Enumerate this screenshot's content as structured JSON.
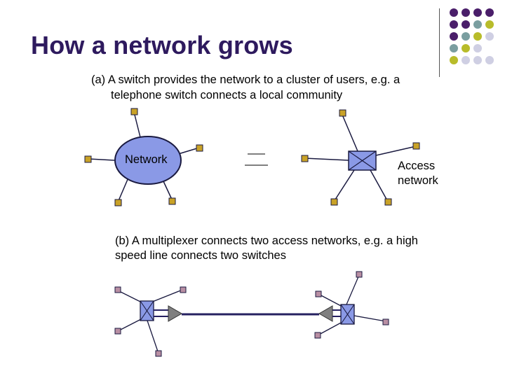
{
  "slide": {
    "title": "How a network grows",
    "part_a": {
      "caption_line1": "(a) A switch provides the network to a cluster of users, e.g. a",
      "caption_line2": "telephone switch connects a local community",
      "network_label": "Network",
      "access_label_line1": "Access",
      "access_label_line2": "network",
      "equivalence_symbol": "="
    },
    "part_b": {
      "caption_line1": "(b)  A multiplexer connects two access networks, e.g. a high",
      "caption_line2": "speed line connects two switches"
    }
  },
  "colors": {
    "title": "#2e1a5e",
    "network_fill": "#8a99e6",
    "switch_fill": "#8a99e6",
    "terminal_gold": "#c9a227",
    "terminal_mauve": "#b98fa3",
    "line": "#1a1a40",
    "trunk": "#252060",
    "mux_triangle": "#808080",
    "dot_purple": "#4a1e6a",
    "dot_teal": "#7a9ea0",
    "dot_olive": "#b8bc2a",
    "dot_lavender": "#cfcfe3"
  },
  "decor": {
    "dot_grid": [
      [
        "dot_purple",
        "dot_purple",
        "dot_purple",
        "dot_purple"
      ],
      [
        "dot_purple",
        "dot_purple",
        "dot_teal",
        "dot_olive"
      ],
      [
        "dot_purple",
        "dot_teal",
        "dot_olive",
        "dot_lavender"
      ],
      [
        "dot_teal",
        "dot_olive",
        "dot_lavender",
        ""
      ],
      [
        "dot_olive",
        "dot_lavender",
        "dot_lavender",
        "dot_lavender"
      ]
    ]
  },
  "icons": {
    "terminal": "square-terminal-icon",
    "switch": "crossed-box-switch-icon",
    "multiplexer": "triangle-multiplexer-icon",
    "cloud": "network-ellipse-icon"
  }
}
